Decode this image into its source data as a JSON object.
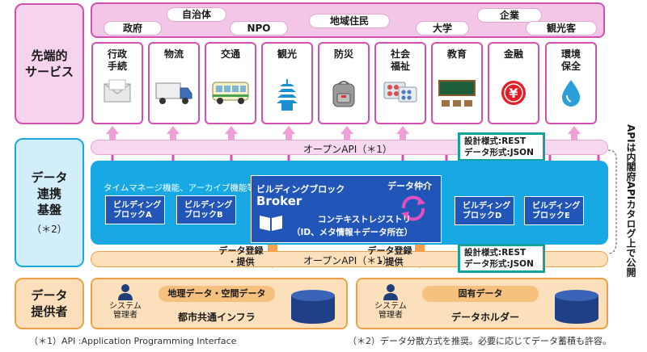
{
  "rows": {
    "services": [
      "先端的",
      "サービス"
    ],
    "platform": [
      "データ",
      "連携",
      "基盤"
    ],
    "platform_note": "（＊2）",
    "providers": [
      "データ",
      "提供者"
    ]
  },
  "stakeholders": [
    "自治体",
    "政府",
    "NPO",
    "地域住民",
    "大学",
    "企業",
    "観光客"
  ],
  "services": [
    {
      "label": [
        "行政",
        "手続"
      ],
      "icon": "envelope-icon"
    },
    {
      "label": [
        "物流"
      ],
      "icon": "truck-icon"
    },
    {
      "label": [
        "交通"
      ],
      "icon": "bus-icon"
    },
    {
      "label": [
        "観光"
      ],
      "icon": "pagoda-icon"
    },
    {
      "label": [
        "防災"
      ],
      "icon": "backpack-icon"
    },
    {
      "label": [
        "社会",
        "福祉"
      ],
      "icon": "pills-icon"
    },
    {
      "label": [
        "教育"
      ],
      "icon": "blackboard-icon"
    },
    {
      "label": [
        "金融"
      ],
      "icon": "yen-icon"
    },
    {
      "label": [
        "環境",
        "保全"
      ],
      "icon": "water-drop-icon"
    }
  ],
  "api_upper": "オープンAPI（＊1）",
  "api_lower": "オープンAPI（＊1）",
  "spec_upper": [
    "設計様式:REST",
    "データ形式:JSON"
  ],
  "spec_lower": [
    "設計様式:REST",
    "データ形式:JSON"
  ],
  "platform": {
    "functions": "タイムマネージ機能、アーカイブ機能等",
    "blocks_left": [
      [
        "ビルディング",
        "ブロックA"
      ],
      [
        "ビルディング",
        "ブロックB"
      ]
    ],
    "blocks_right": [
      [
        "ビルディング",
        "ブロックD"
      ],
      [
        "ビルディング",
        "ブロックE"
      ]
    ],
    "broker_caption": "ビルディングブロック",
    "broker_name": "Broker",
    "mediation": "データ仲介",
    "registry": "コンテキストレジストリ",
    "registry_detail": "（ID、メタ情報＋データ所在）"
  },
  "data_flow": [
    "データ登録",
    "・提供"
  ],
  "providers": [
    {
      "admin": [
        "システム",
        "管理者"
      ],
      "data": "地理データ・空間データ",
      "name": "都市共通インフラ"
    },
    {
      "admin": [
        "システム",
        "管理者"
      ],
      "data": "固有データ",
      "name": "データホルダー"
    }
  ],
  "side_note": "APIは内閣府APIカタログ上で公開",
  "footnotes": [
    "（＊1）API :Application Programming Interface",
    "（＊2）データ分散方式を推奨。必要に応じてデータ蓄積も許容。"
  ],
  "colors": {
    "magenta": "#d34fb0",
    "pink_fill": "#f3c6e8",
    "platform_blue": "#18a9e4",
    "block_blue": "#2255b8",
    "teal": "#13a39a",
    "orange": "#f0a04a",
    "peach": "#fbe0bb"
  }
}
